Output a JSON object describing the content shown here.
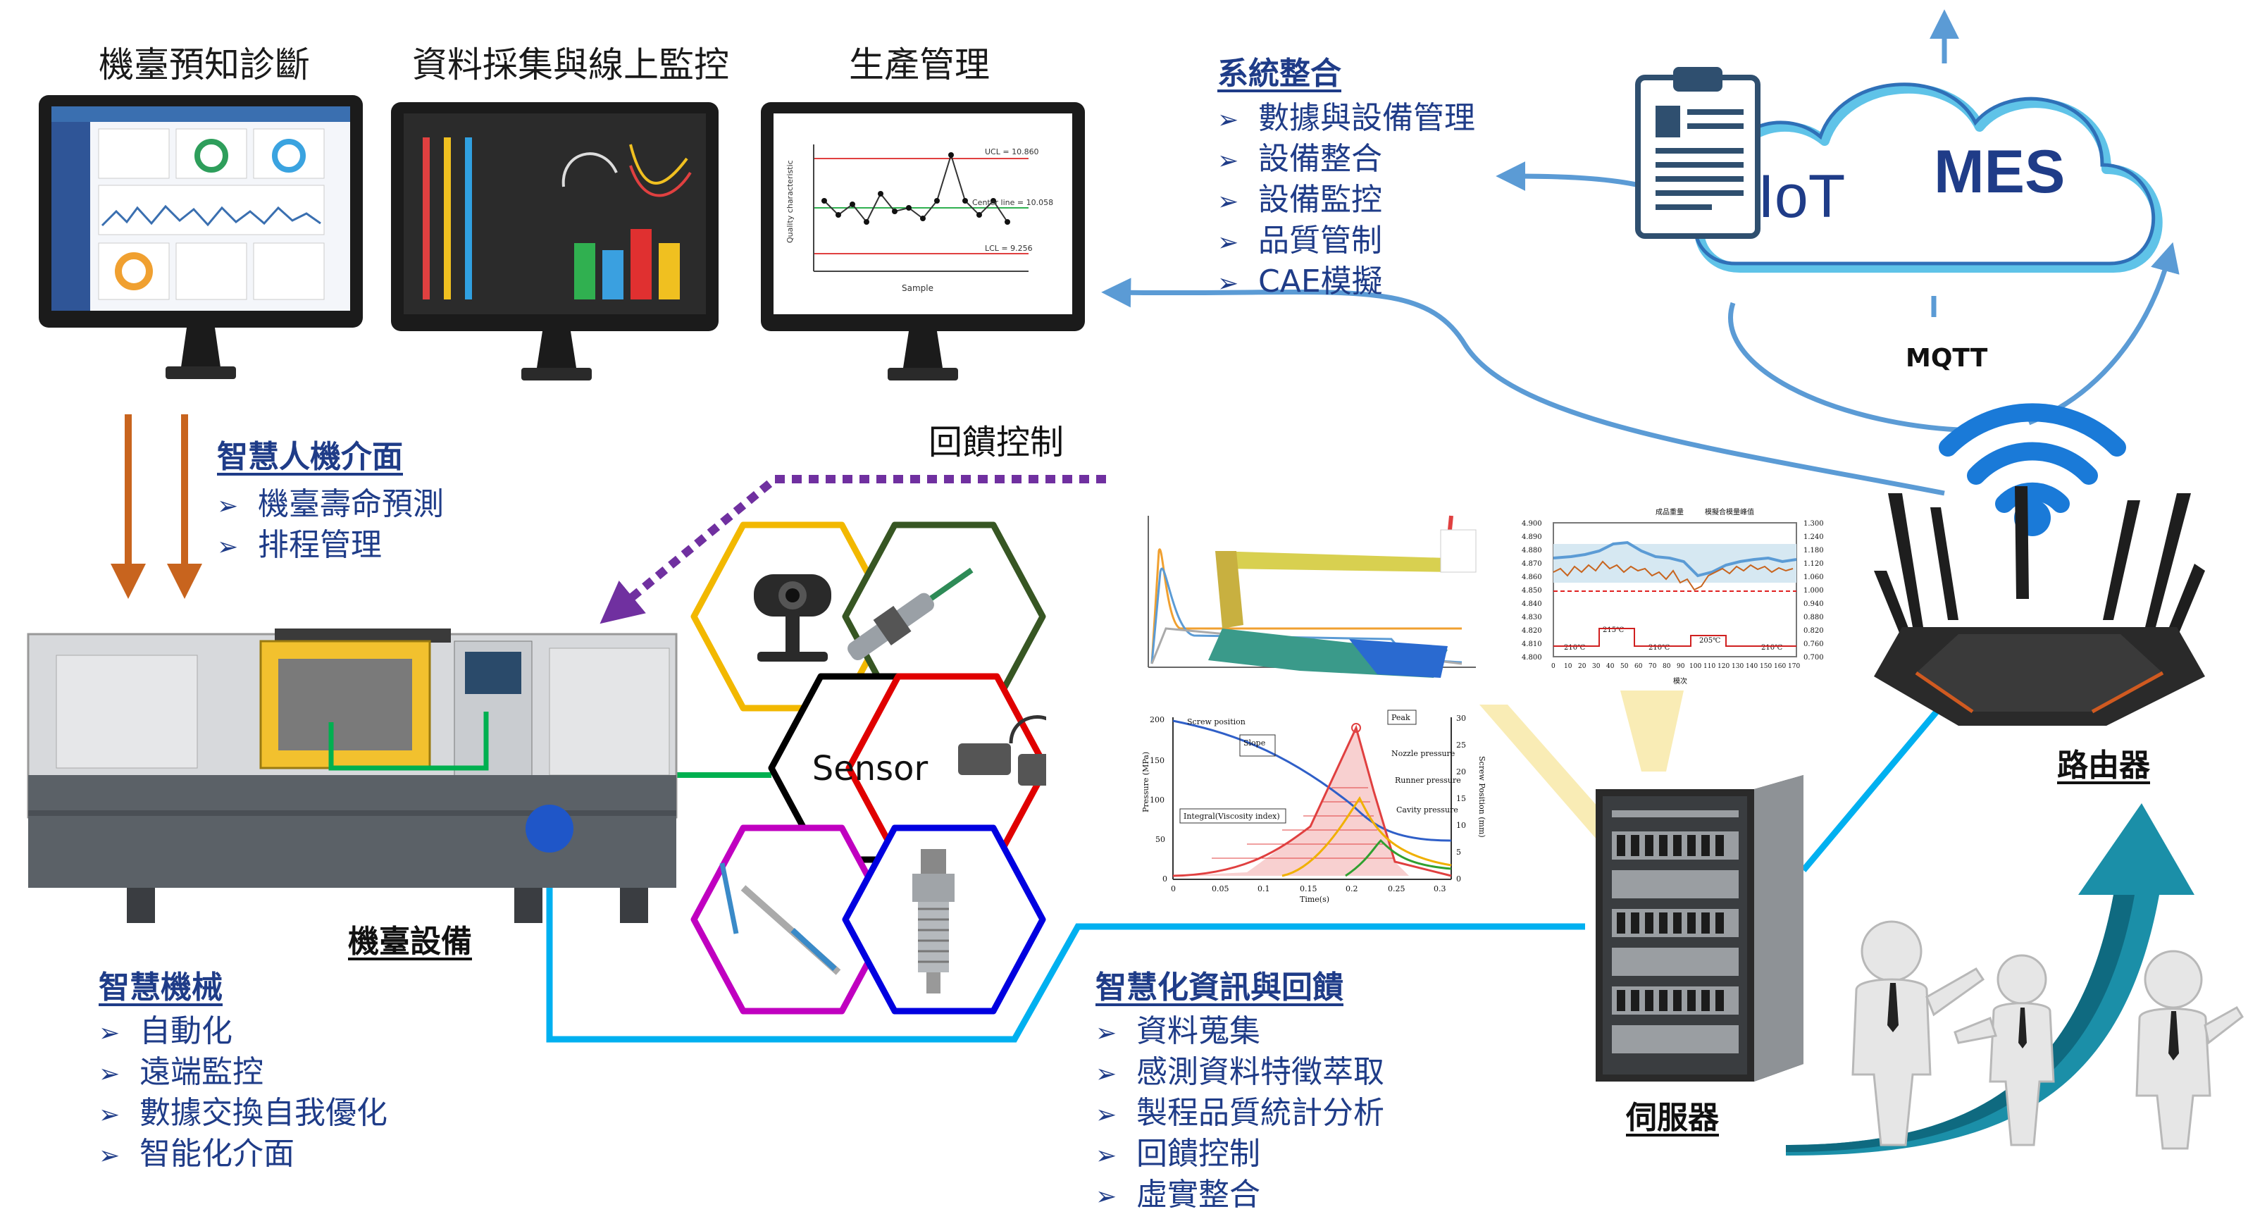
{
  "monitors": {
    "m1": {
      "title": "機臺預知診斷"
    },
    "m2": {
      "title": "資料採集與線上監控"
    },
    "m3": {
      "title": "生產管理",
      "ucl": "UCL = 10.860",
      "center": "Center line = 10.058",
      "lcl": "LCL = 9.256",
      "xlabel": "Sample",
      "ylabel": "Quality characteristic"
    }
  },
  "system": {
    "heading": "系統整合",
    "items": [
      "數據與設備管理",
      "設備整合",
      "設備監控",
      "品質管制",
      "CAE模擬"
    ]
  },
  "cloud": {
    "iot": "IoT",
    "mes": "MES",
    "mqtt": "MQTT"
  },
  "hmi": {
    "heading": "智慧人機介面",
    "items": [
      "機臺壽命預測",
      "排程管理"
    ]
  },
  "feedback_label": "回饋控制",
  "sensor_label": "Sensor",
  "machine_label": "機臺設備",
  "smart_machine": {
    "heading": "智慧機械",
    "items": [
      "自動化",
      "遠端監控",
      "數據交換自我優化",
      "智能化介面"
    ]
  },
  "smart_info": {
    "heading": "智慧化資訊與回饋",
    "items": [
      "資料蒐集",
      "感測資料特徵萃取",
      "製程品質統計分析",
      "回饋控制",
      "虛實整合"
    ]
  },
  "router_label": "路由器",
  "server_label": "伺服器",
  "pressure_chart": {
    "labels": [
      "Screw position",
      "Slope",
      "Peak",
      "Integral(Viscosity index)",
      "Nozzle pressure",
      "Runner pressure",
      "Cavity pressure"
    ],
    "xlabel": "Time(s)",
    "ylabel": "Pressure (MPa)",
    "y2label": "Screw Position (mm)",
    "xticks": [
      "0",
      "0.05",
      "0.1",
      "0.15",
      "0.2",
      "0.25",
      "0.3"
    ],
    "yticks": [
      "0",
      "50",
      "100",
      "150",
      "200"
    ],
    "y2ticks": [
      "0",
      "5",
      "10",
      "15",
      "20",
      "25",
      "30"
    ]
  },
  "weight_chart": {
    "legend1": "成品重量",
    "legend2": "模擬合模量峰值",
    "temps": [
      "215℃",
      "210℃",
      "210℃",
      "205℃",
      "210℃"
    ],
    "xlabel": "模次",
    "yticks": [
      "4.900",
      "4.890",
      "4.880",
      "4.870",
      "4.860",
      "4.850",
      "4.840",
      "4.830",
      "4.820",
      "4.810",
      "4.800"
    ],
    "y2ticks": [
      "1.300",
      "1.240",
      "1.180",
      "1.120",
      "1.060",
      "1.000",
      "0.940",
      "0.880",
      "0.820",
      "0.760",
      "0.700"
    ],
    "xticks": [
      "0",
      "10",
      "20",
      "30",
      "40",
      "50",
      "60",
      "70",
      "80",
      "90",
      "100",
      "110",
      "120",
      "130",
      "140",
      "150",
      "160",
      "170"
    ]
  },
  "colors": {
    "title_blue": "#1f3c88",
    "arrow_orange": "#c8641e",
    "purple": "#7030a0",
    "cyan": "#00b0f0",
    "green": "#00b050",
    "curve_blue": "#5b9bd5",
    "hex_yellow": "#f2b800",
    "hex_darkgreen": "#375623",
    "hex_red": "#e00000",
    "hex_magenta": "#c000c0",
    "hex_blue": "#0000e0",
    "hex_black": "#000000"
  }
}
